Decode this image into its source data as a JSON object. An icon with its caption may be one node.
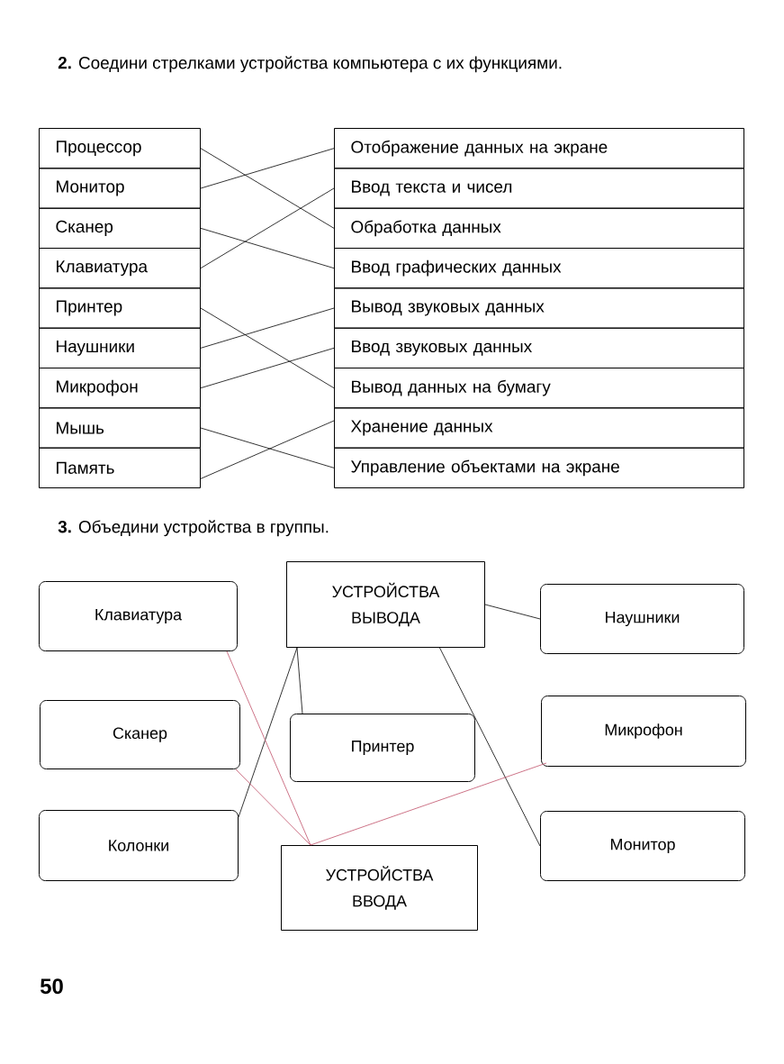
{
  "diagram": {
    "nodes": [
      {
        "text": [
          "Процессор"
        ]
      },
      {
        "text": [
          "Монитор"
        ]
      },
      {
        "text": [
          "Сканер"
        ]
      },
      {
        "text": [
          "Клавиатура"
        ]
      },
      {
        "text": [
          "Принтер"
        ]
      },
      {
        "text": [
          "Наушники"
        ]
      },
      {
        "text": [
          "Микрофон"
        ]
      },
      {
        "text": [
          "Мышь"
        ]
      },
      {
        "text": [
          "Память"
        ]
      },
      {
        "text": [
          "Отображение данных на экране"
        ]
      },
      {
        "text": [
          "Ввод текста и чисел"
        ]
      },
      {
        "text": [
          "Обработка данных"
        ]
      },
      {
        "text": [
          "Ввод графических данных"
        ]
      },
      {
        "text": [
          "Вывод звуковых данных"
        ]
      },
      {
        "text": [
          "Ввод звуковых данных"
        ]
      },
      {
        "text": [
          "Вывод данных на бумагу"
        ]
      },
      {
        "text": [
          "Хранение данных"
        ]
      },
      {
        "text": [
          "Управление объектами на экране"
        ]
      },
      {
        "text": [
          "УСТРОЙСТВА ВЫВОДА"
        ]
      },
      {
        "text": [
          "Клавиатура"
        ]
      },
      {
        "text": [
          "Наушники"
        ]
      },
      {
        "text": [
          "Сканер"
        ]
      },
      {
        "text": [
          "Принтер"
        ]
      },
      {
        "text": [
          "Микрофон"
        ]
      },
      {
        "text": [
          "Колонки"
        ]
      },
      {
        "text": [
          "УСТРОЙСТВА ВВОДА"
        ]
      },
      {
        "text": [
          "Монитор"
        ]
      }
    ],
    "edges": [
      {
        "from": 0,
        "to": 11,
        "arrow": "none"
      },
      {
        "from": 1,
        "to": 9,
        "arrow": "none"
      },
      {
        "from": 2,
        "to": 12,
        "arrow": "none"
      },
      {
        "from": 3,
        "to": 10,
        "arrow": "none"
      },
      {
        "from": 4,
        "to": 15,
        "arrow": "none"
      },
      {
        "from": 5,
        "to": 13,
        "arrow": "none"
      },
      {
        "from": 6,
        "to": 14,
        "arrow": "none"
      },
      {
        "from": 7,
        "to": 17,
        "arrow": "none"
      },
      {
        "from": 8,
        "to": 16,
        "arrow": "none"
      },
      {
        "from": 18,
        "to": 20,
        "arrow": "none"
      },
      {
        "from": 18,
        "to": 22,
        "arrow": "none"
      },
      {
        "from": 18,
        "to": 24,
        "arrow": "none"
      },
      {
        "from": 18,
        "to": 26,
        "arrow": "none"
      },
      {
        "from": 19,
        "to": 25,
        "arrow": "none",
        "color": "#c0506a"
      },
      {
        "from": 21,
        "to": 25,
        "arrow": "none",
        "color": "#c0506a"
      },
      {
        "from": 23,
        "to": 25,
        "arrow": "none",
        "color": "#c0506a"
      }
    ],
    "labels": [
      "**2.** Соедини стрелками устройства компьютера с их функциями.",
      "**3.** Объедини устройства в группы.",
      "50"
    ]
  }
}
